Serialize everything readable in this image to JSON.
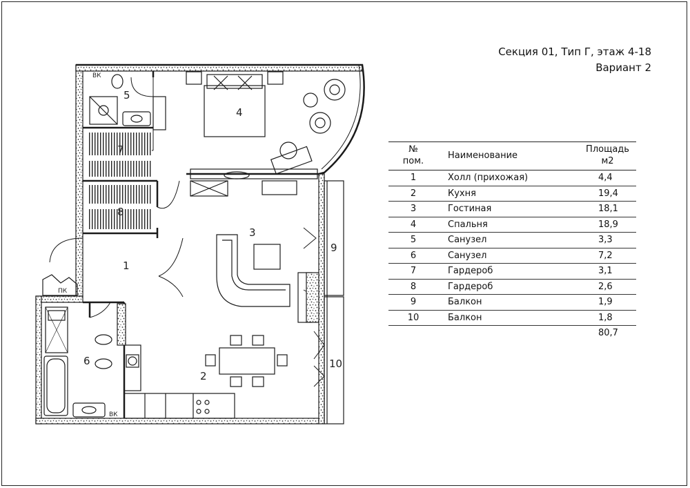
{
  "header": {
    "line1": "Секция 01, Тип Г,  этаж 4-18",
    "line2": "Вариант 2"
  },
  "table": {
    "col_num": "№ пом.",
    "col_num_l1": "№",
    "col_num_l2": "пом.",
    "col_name": "Наименование",
    "col_area_l1": "Площадь",
    "col_area_l2": "м2",
    "rows": [
      {
        "num": "1",
        "name": "Холл (прихожая)",
        "area": "4,4"
      },
      {
        "num": "2",
        "name": "Кухня",
        "area": "19,4"
      },
      {
        "num": "3",
        "name": "Гостиная",
        "area": "18,1"
      },
      {
        "num": "4",
        "name": "Спальня",
        "area": "18,9"
      },
      {
        "num": "5",
        "name": "Санузел",
        "area": "3,3"
      },
      {
        "num": "6",
        "name": "Санузел",
        "area": "7,2"
      },
      {
        "num": "7",
        "name": "Гардероб",
        "area": "3,1"
      },
      {
        "num": "8",
        "name": "Гардероб",
        "area": "2,6"
      },
      {
        "num": "9",
        "name": "Балкон",
        "area": "1,9"
      },
      {
        "num": "10",
        "name": "Балкон",
        "area": "1,8"
      }
    ],
    "total": "80,7"
  },
  "plan": {
    "rooms": [
      "1",
      "2",
      "3",
      "4",
      "5",
      "6",
      "7",
      "8",
      "9",
      "10"
    ],
    "markers": {
      "vk_top": "ВК",
      "vk_bottom": "ВК",
      "pk": "ПК"
    }
  },
  "colors": {
    "line": "#1a1a1a",
    "wall": "#2a2a2a",
    "background": "#ffffff"
  }
}
